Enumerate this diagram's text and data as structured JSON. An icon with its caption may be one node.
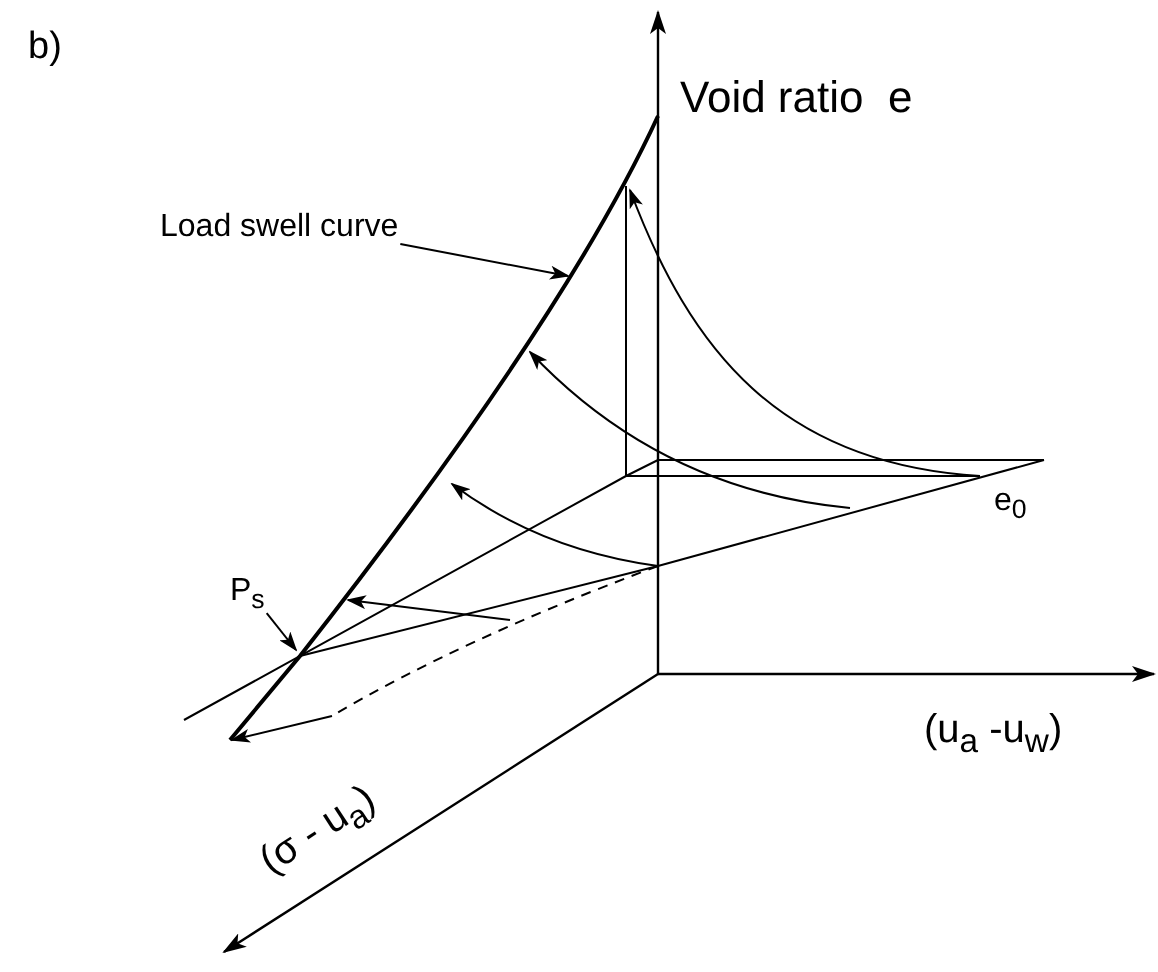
{
  "diagram": {
    "nodes": [
      {
        "text": [
          "Load swell curve"
        ]
      },
      {
        "text": [
          "P$_{s}$"
        ]
      }
    ],
    "edges": [
      {
        "from": 0,
        "to": null,
        "arrow": "to"
      },
      {
        "from": 1,
        "to": null,
        "arrow": "to"
      }
    ],
    "labels": [
      "b)",
      "Void ratio  e",
      "e$_{0}$",
      "(u$_{a}$ -u$_{w}$)",
      "(σ - u$_{a}$)"
    ]
  }
}
